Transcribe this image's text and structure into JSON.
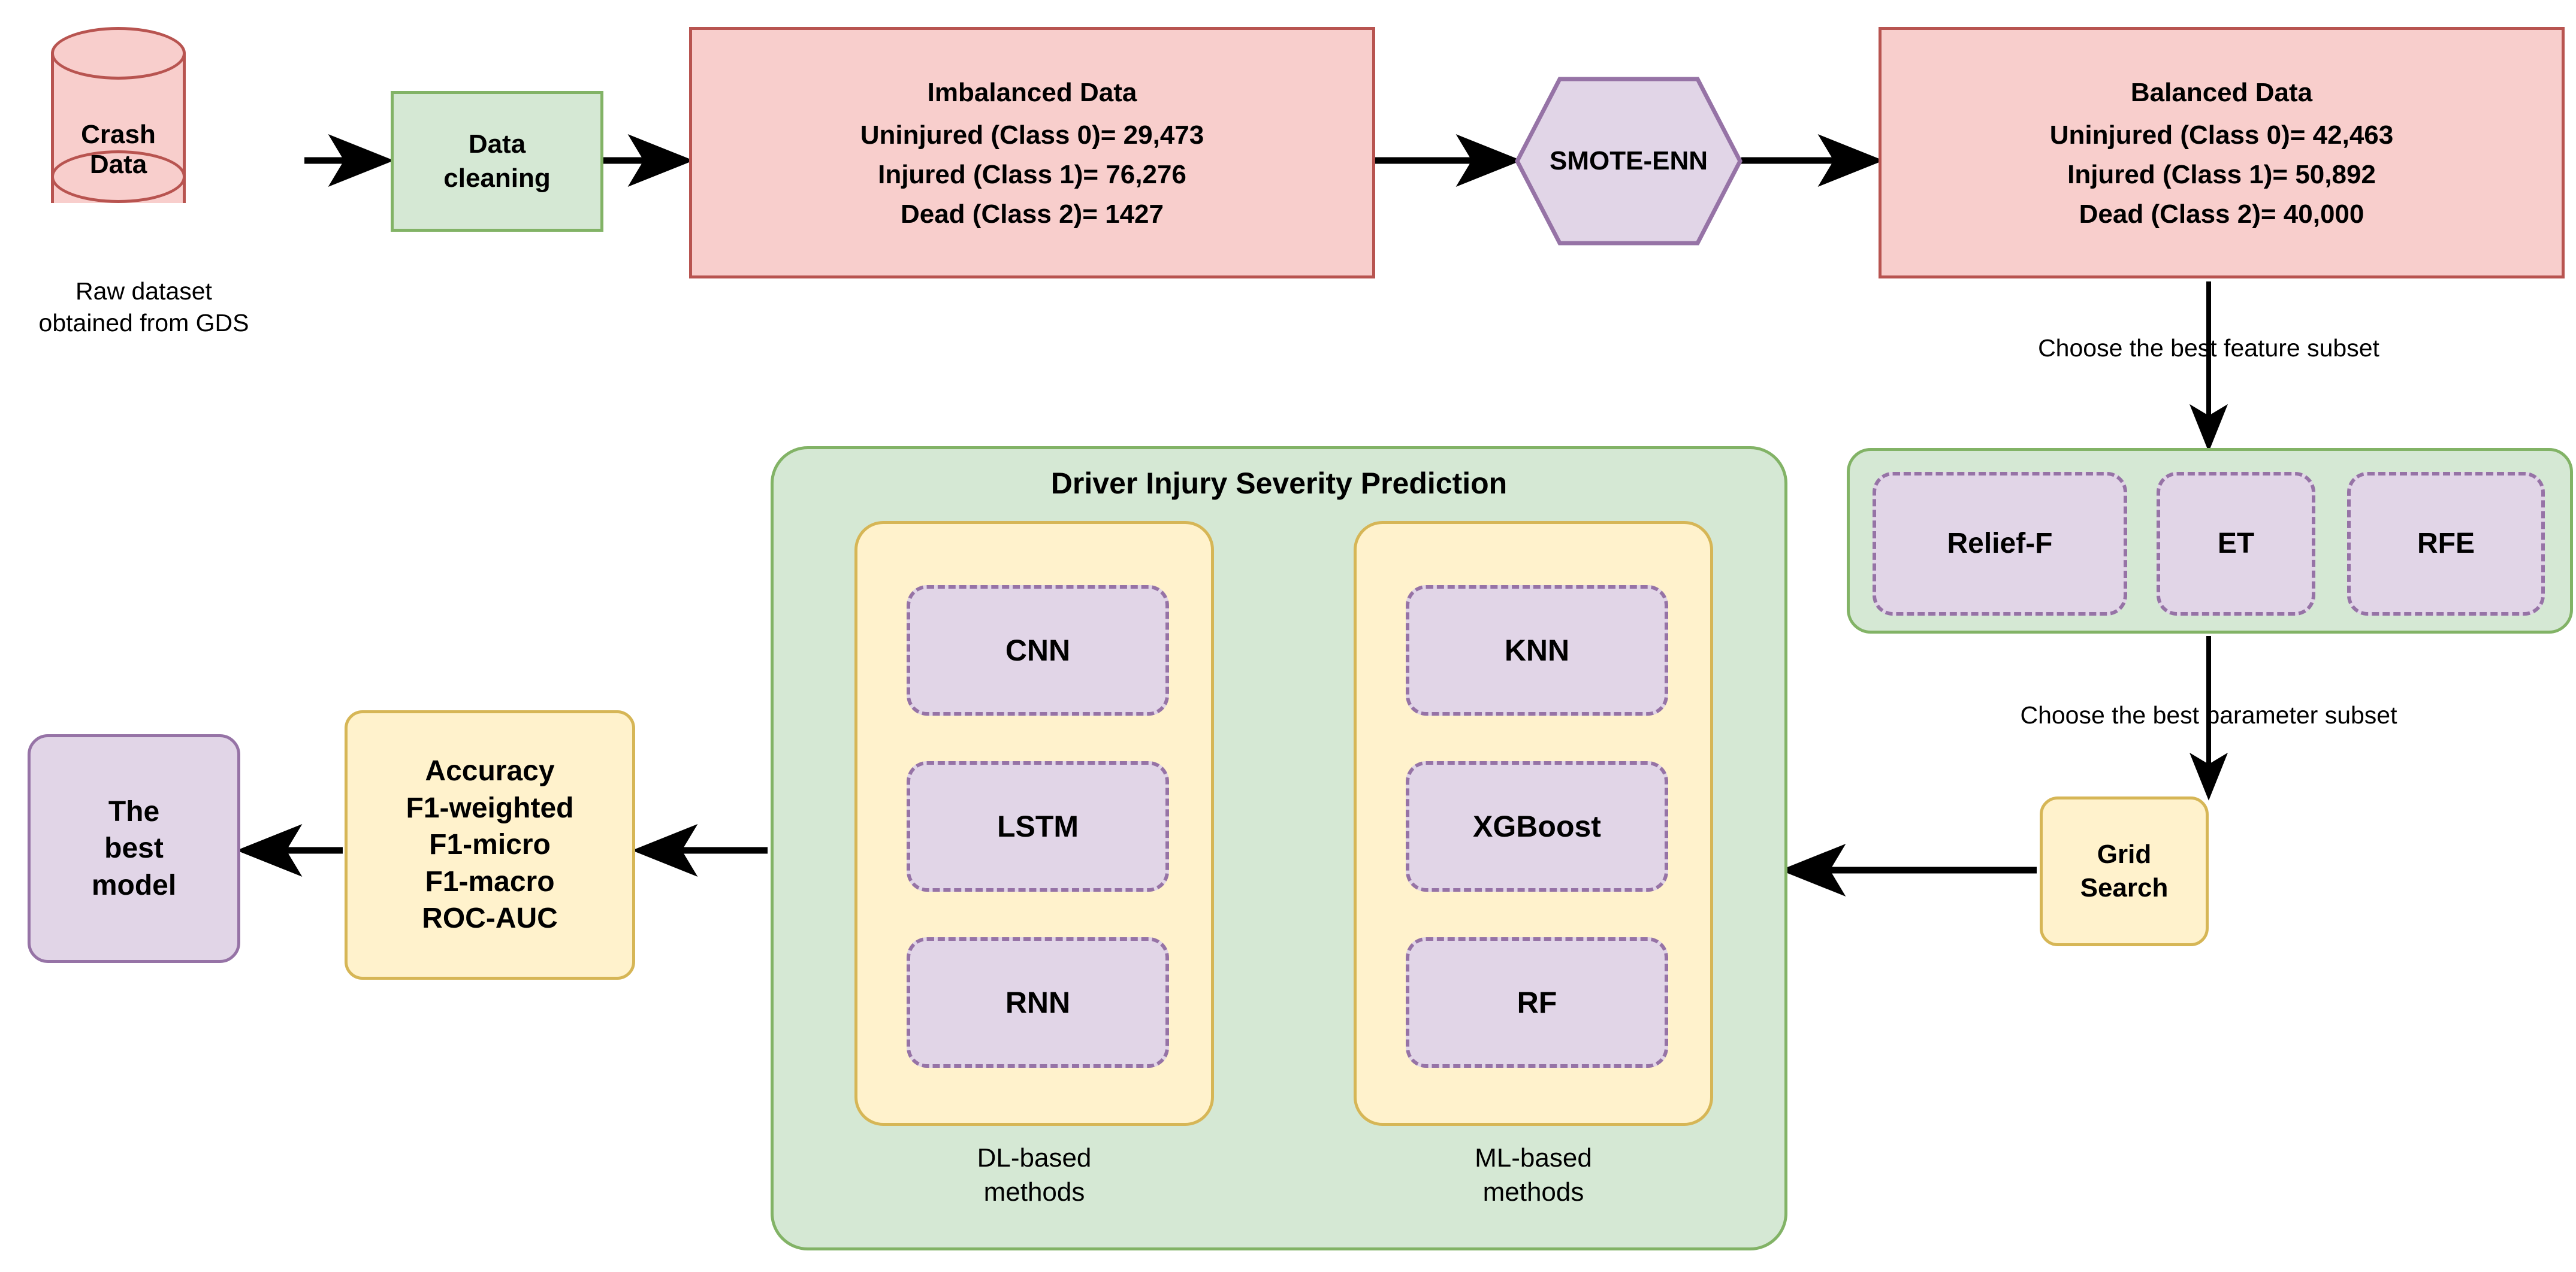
{
  "diagram": {
    "title": "Driver Injury Severity Prediction Pipeline",
    "colors": {
      "pink_fill": "#f8cecc",
      "pink_border": "#b85450",
      "green_fill": "#d5e8d4",
      "green_border": "#82b366",
      "yellow_fill": "#fff2cc",
      "yellow_border": "#d6b656",
      "purple_fill": "#e1d5e7",
      "purple_border": "#9673a6",
      "arrow": "#000000"
    },
    "source": {
      "label_line1": "Crash",
      "label_line2": "Data",
      "caption_line1": "Raw dataset",
      "caption_line2": "obtained from GDS"
    },
    "cleaning": {
      "line1": "Data",
      "line2": "cleaning"
    },
    "imbalanced": {
      "title": "Imbalanced Data",
      "rows": [
        "Uninjured (Class 0)= 29,473",
        "Injured (Class 1)= 76,276",
        "Dead (Class 2)= 1427"
      ]
    },
    "resampler": {
      "label": "SMOTE-ENN"
    },
    "balanced": {
      "title": "Balanced Data",
      "rows": [
        "Uninjured (Class 0)= 42,463",
        "Injured (Class 1)= 50,892",
        "Dead (Class 2)= 40,000"
      ]
    },
    "edge_labels": {
      "feature": "Choose the best feature subset",
      "parameter": "Choose the best parameter subset"
    },
    "feature_selection": {
      "items": [
        {
          "label": "Relief-F"
        },
        {
          "label": "ET"
        },
        {
          "label": "RFE"
        }
      ]
    },
    "grid_search": {
      "line1": "Grid",
      "line2": "Search"
    },
    "prediction": {
      "title": "Driver Injury Severity Prediction",
      "groups": [
        {
          "caption_line1": "DL-based",
          "caption_line2": "methods",
          "items": [
            {
              "label": "CNN"
            },
            {
              "label": "LSTM"
            },
            {
              "label": "RNN"
            }
          ]
        },
        {
          "caption_line1": "ML-based",
          "caption_line2": "methods",
          "items": [
            {
              "label": "KNN"
            },
            {
              "label": "XGBoost"
            },
            {
              "label": "RF"
            }
          ]
        }
      ]
    },
    "metrics": {
      "items": [
        "Accuracy",
        "F1-weighted",
        "F1-micro",
        "F1-macro",
        "ROC-AUC"
      ]
    },
    "best_model": {
      "line1": "The",
      "line2": "best",
      "line3": "model"
    }
  }
}
